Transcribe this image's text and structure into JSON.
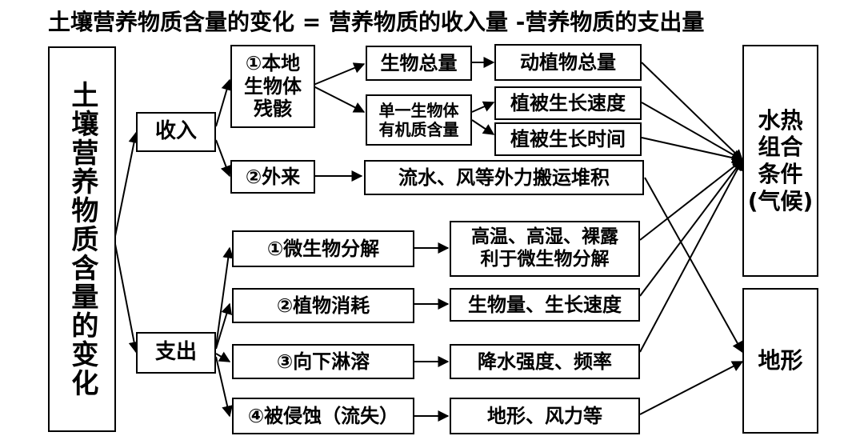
{
  "title": "土壤营养物质含量的变化 = 营养物质的收入量 -营养物质的支出量",
  "root": "土壤营养物质含量的变化",
  "income": {
    "label": "收入",
    "local": "①本地\n生物体\n残骸",
    "biomass": "生物总量",
    "animal_plant_total": "动植物总量",
    "single_org": "单一生物体\n有机质含量",
    "veg_speed": "植被生长速度",
    "veg_time": "植被生长时间",
    "external": "②外来",
    "transport": "流水、风等外力搬运堆积"
  },
  "expense": {
    "label": "支出",
    "decompose": "①微生物分解",
    "decompose_cond": "高温、高湿、裸露\n利于微生物分解",
    "plant_use": "②植物消耗",
    "plant_use_cond": "生物量、生长速度",
    "leach": "③向下淋溶",
    "leach_cond": "降水强度、频率",
    "erosion": "④被侵蚀（流失）",
    "erosion_cond": "地形、风力等"
  },
  "factors": {
    "climate": "水热\n组合\n条件\n(气候)",
    "terrain": "地形"
  }
}
